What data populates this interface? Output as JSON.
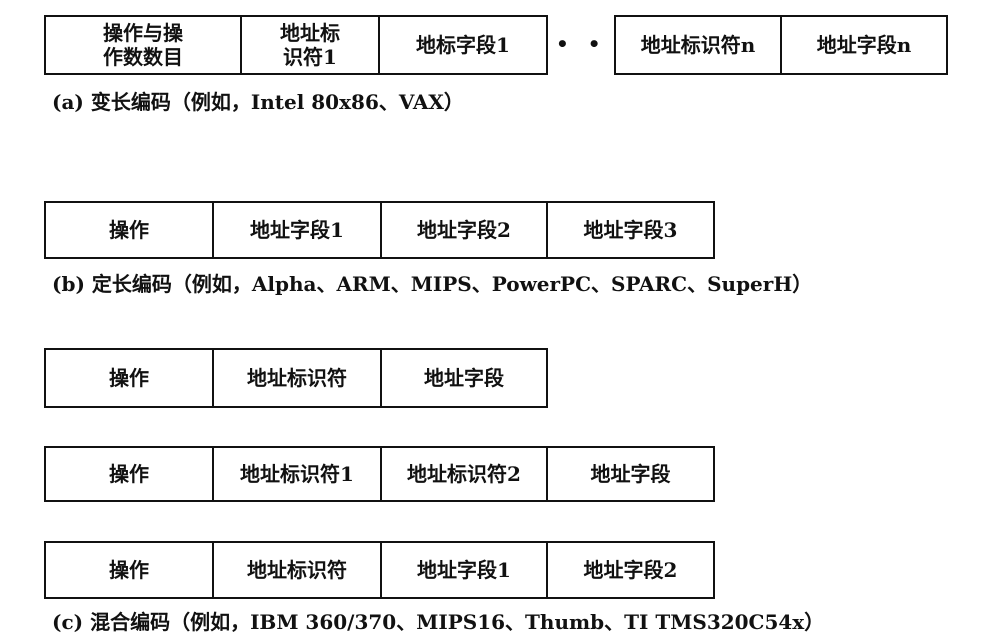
{
  "section_a": {
    "cells": [
      "操作与操\n作数数目",
      "地址标\n识符1",
      "地标字段1",
      "地址标识符n",
      "地址字段n"
    ],
    "ellipsis": "• • •",
    "caption": "(a)  变长编码（例如，Intel 80x86、VAX）"
  },
  "section_b": {
    "cells": [
      "操作",
      "地址字段1",
      "地址字段2",
      "地址字段3"
    ],
    "caption": "(b)  定长编码（例如，Alpha、ARM、MIPS、PowerPC、SPARC、SuperH）"
  },
  "section_c": {
    "row1": [
      "操作",
      "地址标识符",
      "地址字段"
    ],
    "row2": [
      "操作",
      "地址标识符1",
      "地址标识符2",
      "地址字段"
    ],
    "row3": [
      "操作",
      "地址标识符",
      "地址字段1",
      "地址字段2"
    ],
    "caption": "(c)  混合编码（例如，IBM 360/370、MIPS16、Thumb、TI TMS320C54x）"
  }
}
